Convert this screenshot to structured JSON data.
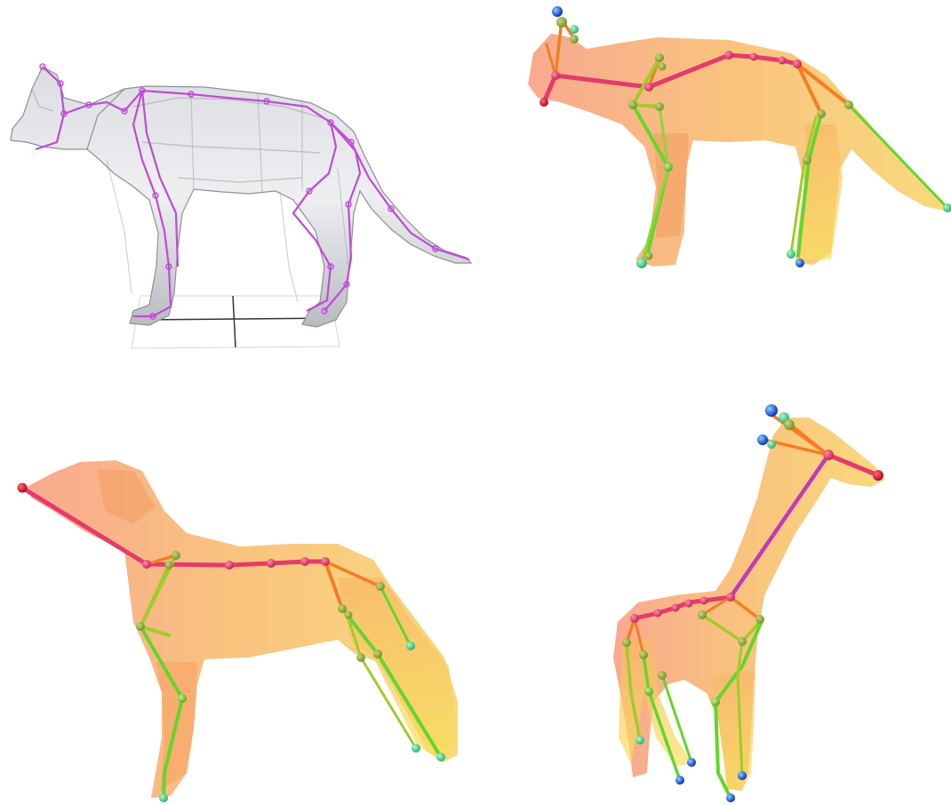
{
  "figure": {
    "panels": [
      {
        "id": "rigged-cat",
        "subject": "cat",
        "style": "gray-mesh-with-purple-skeleton",
        "has_ground_grid": true
      },
      {
        "id": "cat-skeleton-fit",
        "subject": "cat",
        "style": "orange-mesh-with-colored-skeleton"
      },
      {
        "id": "dog-skeleton-fit",
        "subject": "dog",
        "style": "orange-mesh-with-colored-skeleton"
      },
      {
        "id": "giraffe-skeleton-fit",
        "subject": "giraffe",
        "style": "orange-mesh-with-colored-skeleton"
      }
    ],
    "colors": {
      "mesh_gray": "#cfd1d6",
      "mesh_gray_edge": "#8d9098",
      "rig_purple": "#c04bd6",
      "body_orange": "#f8b768",
      "head_salmon": "#f69a7c",
      "leg_yellow": "#f8d24a",
      "spine_pink": "#e33c6c",
      "neck_magenta": "#c23ab8",
      "orange_bone": "#f47d24",
      "leg_green": "#62d62c",
      "olive_joint": "#7fb33a",
      "tip_blue": "#1e3cd2",
      "nose_red": "#e0163c"
    }
  }
}
